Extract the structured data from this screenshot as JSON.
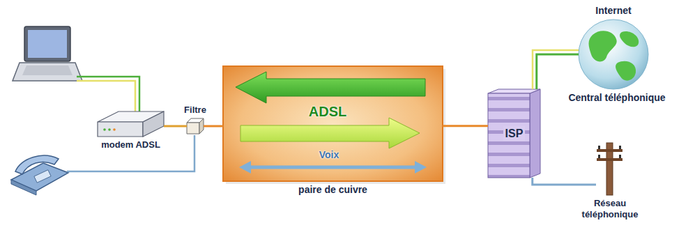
{
  "diagram": {
    "nodes": [
      {
        "text": [
          "modem ADSL"
        ]
      },
      {
        "text": [
          "Filtre"
        ]
      },
      {
        "text": [
          "paire de cuivre"
        ]
      },
      {
        "text": [
          "ISP"
        ]
      },
      {
        "text": [
          "Internet"
        ]
      },
      {
        "text": [
          "Réseau téléphonique"
        ]
      }
    ],
    "edges": [
      {
        "from": 0,
        "to": 1,
        "arrow": "none"
      },
      {
        "from": 1,
        "to": 2,
        "arrow": "none"
      },
      {
        "from": 2,
        "to": 3,
        "arrow": "none"
      },
      {
        "from": 3,
        "to": 4,
        "arrow": "none"
      },
      {
        "from": 3,
        "to": 5,
        "arrow": "none"
      }
    ],
    "labels": [
      "ADSL",
      "Voix",
      "Central téléphonique"
    ]
  }
}
